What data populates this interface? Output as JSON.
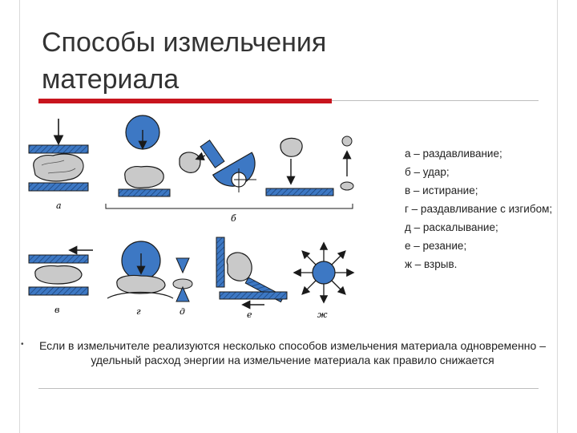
{
  "slide": {
    "title_line1": "Способы измельчения",
    "title_line2": "материала"
  },
  "legend": [
    "а – раздавливание;",
    "б – удар;",
    "в – истирание;",
    "г – раздавливание с изгибом;",
    "д – раскалывание;",
    "е – резание;",
    "ж – взрыв."
  ],
  "figure_labels": {
    "a": "а",
    "b": "б",
    "v": "в",
    "g": "г",
    "d": "д",
    "e": "е",
    "zh": "ж"
  },
  "note": "Если в измельчителе реализуются несколько способов измельчения материала одновременно – удельный расход энергии на измельчение материала как правило снижается",
  "colors": {
    "accent_red": "#c8141e",
    "plate_blue": "#3d78c4",
    "ink": "#1a1a1a"
  }
}
